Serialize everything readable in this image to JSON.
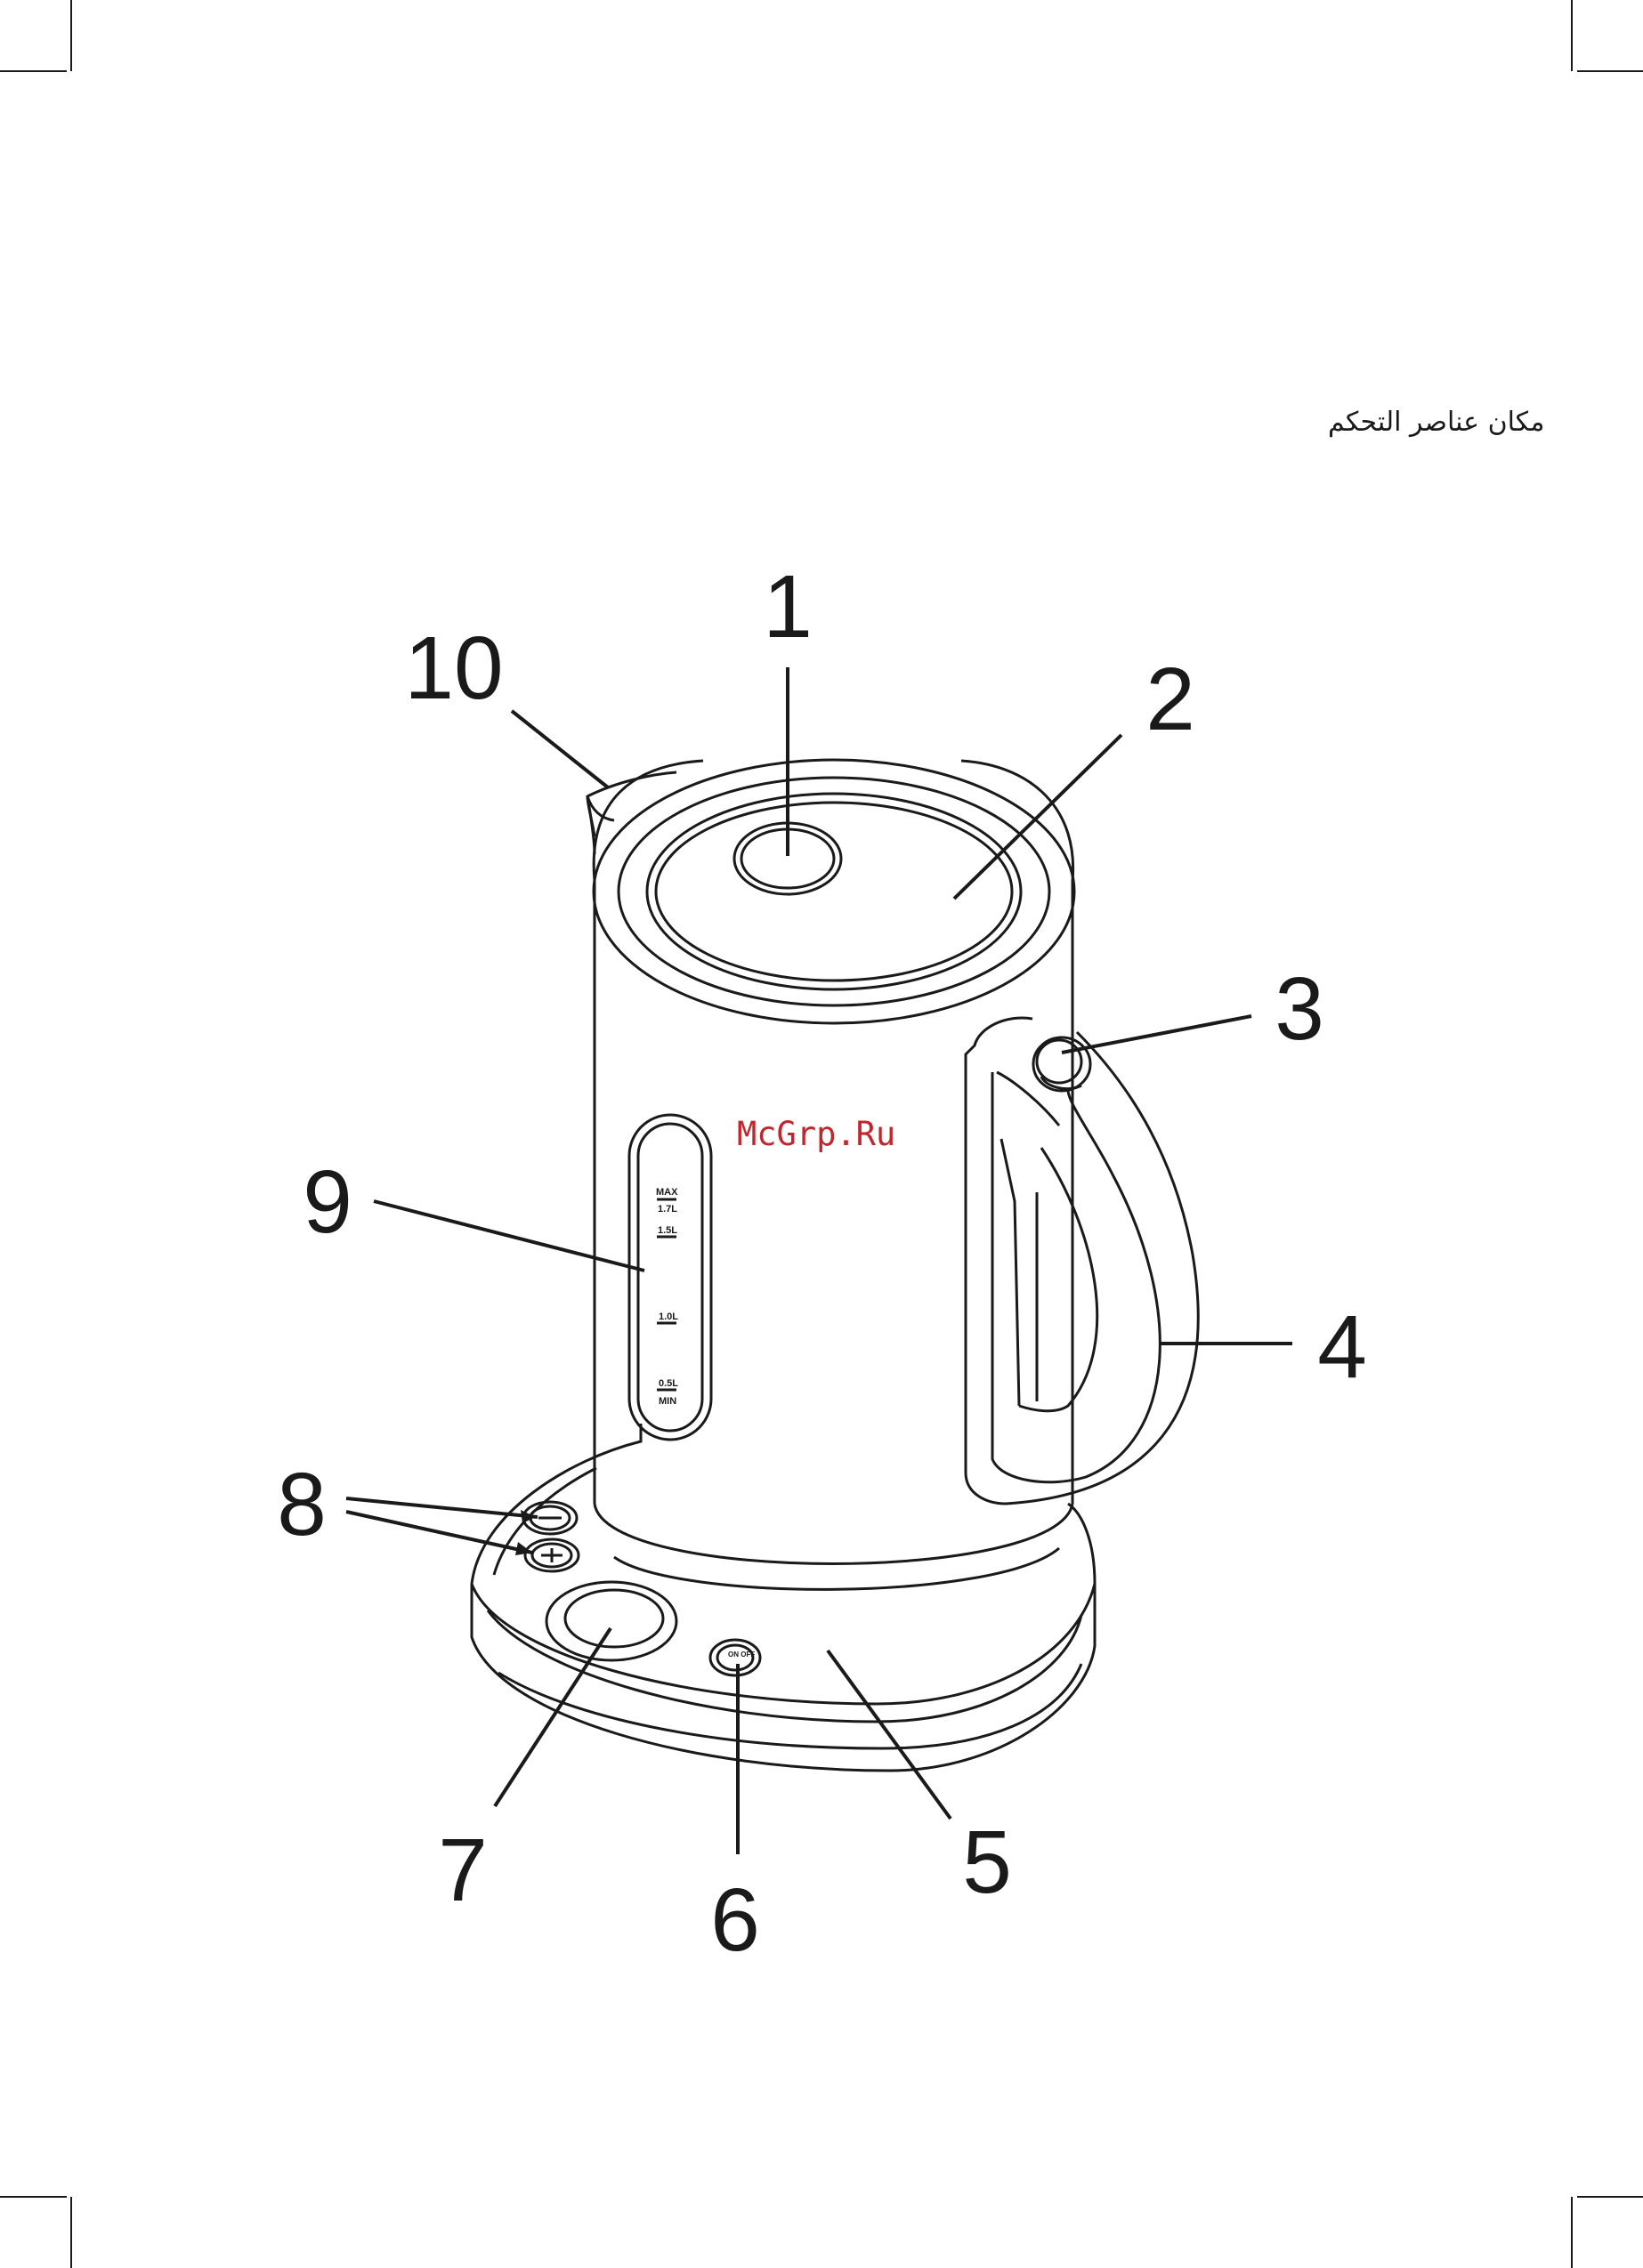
{
  "heading": "مكان عناصر التحكم",
  "watermark": "McGrp.Ru",
  "colors": {
    "line": "#1a1a1a",
    "watermark": "#c0262c",
    "background": "#ffffff"
  },
  "callouts": {
    "c1": "1",
    "c2": "2",
    "c3": "3",
    "c4": "4",
    "c5": "5",
    "c6": "6",
    "c7": "7",
    "c8": "8",
    "c9": "9",
    "c10": "10"
  },
  "water_gauge": {
    "max": "MAX",
    "l17": "1.7L",
    "l15": "1.5L",
    "l10": "1.0L",
    "l05": "0.5L",
    "min": "MIN"
  },
  "power_button": {
    "label": "ON\nOFF"
  }
}
